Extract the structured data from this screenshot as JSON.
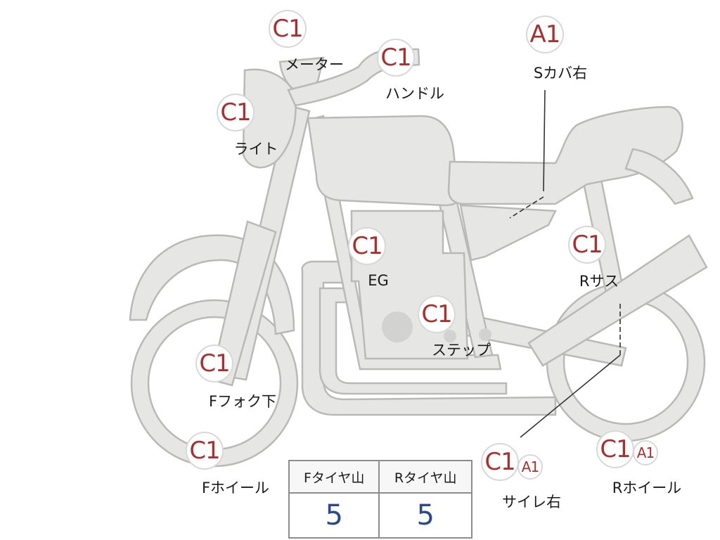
{
  "parts": [
    {
      "id": "meter",
      "grade": "C1",
      "grade2": "",
      "label": "メーター"
    },
    {
      "id": "handle",
      "grade": "C1",
      "grade2": "",
      "label": "ハンドル"
    },
    {
      "id": "s-cover-right",
      "grade": "A1",
      "grade2": "",
      "label": "Sカバ右"
    },
    {
      "id": "light",
      "grade": "C1",
      "grade2": "",
      "label": "ライト"
    },
    {
      "id": "engine",
      "grade": "C1",
      "grade2": "",
      "label": "EG"
    },
    {
      "id": "rear-suspension",
      "grade": "C1",
      "grade2": "",
      "label": "Rサス"
    },
    {
      "id": "step",
      "grade": "C1",
      "grade2": "",
      "label": "ステップ"
    },
    {
      "id": "front-fork-lower",
      "grade": "C1",
      "grade2": "",
      "label": "Fフォク下"
    },
    {
      "id": "front-wheel",
      "grade": "C1",
      "grade2": "",
      "label": "Fホイール"
    },
    {
      "id": "silencer-right",
      "grade": "C1",
      "grade2": "A1",
      "label": "サイレ右"
    },
    {
      "id": "rear-wheel",
      "grade": "C1",
      "grade2": "A1",
      "label": "Rホイール"
    }
  ],
  "tread_table": {
    "headers": [
      "Fタイヤ山",
      "Rタイヤ山"
    ],
    "values": [
      "5",
      "5"
    ]
  },
  "colors": {
    "grade_text": "#a8302e",
    "tread_value": "#2b4a8c",
    "bike_fill": "#e6e6e4",
    "bike_stroke": "#b9b9b7"
  }
}
